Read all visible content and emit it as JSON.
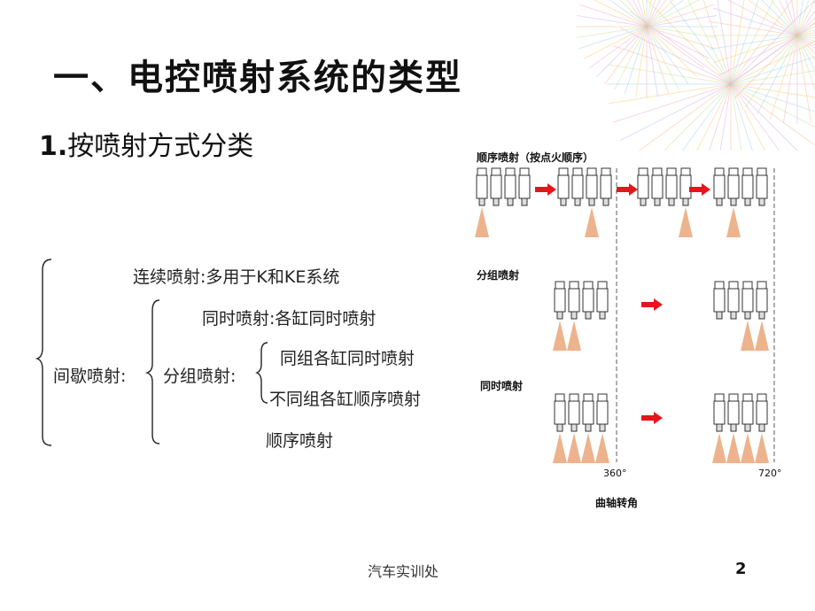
{
  "slide": {
    "title": "一、电控喷射系统的类型",
    "subtitle_num": "1.",
    "subtitle_text": "按喷射方式分类"
  },
  "tree": {
    "continuous": "连续喷射:多用于K和KE系统",
    "intermittent": "间歇喷射:",
    "simultaneous": "同时喷射:各缸同时喷射",
    "grouped": "分组喷射:",
    "grouped_same": "同组各缸同时喷射",
    "grouped_diff": "不同组各缸顺序喷射",
    "sequential": "顺序喷射"
  },
  "diagram": {
    "row1_label": "顺序喷射（按点火顺序）",
    "row2_label": "分组喷射",
    "row3_label": "同时喷射",
    "mark_360": "360°",
    "mark_720": "720°",
    "axis_label": "曲轴转角",
    "arrow_color": "#e8141c",
    "spray_color": "#e8a070"
  },
  "footer": {
    "text": "汽车实训处",
    "page": "2"
  }
}
